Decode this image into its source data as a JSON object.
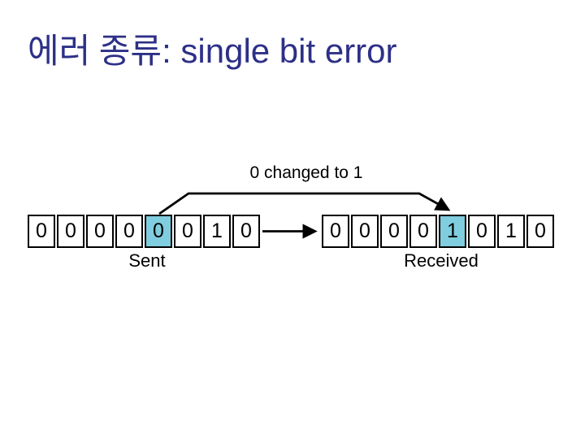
{
  "slide": {
    "title": {
      "korean": "에러 종류",
      "latin": ": single bit error"
    }
  },
  "diagram": {
    "annotation": "0 changed to 1",
    "sent": {
      "label": "Sent",
      "bits": [
        "0",
        "0",
        "0",
        "0",
        "0",
        "0",
        "1",
        "0"
      ],
      "highlight_index": 4,
      "highlighted_bit": "0"
    },
    "received": {
      "label": "Received",
      "bits": [
        "0",
        "0",
        "0",
        "0",
        "1",
        "0",
        "1",
        "0"
      ],
      "highlight_index": 4,
      "highlighted_bit": "1"
    }
  },
  "colors": {
    "title": "#2d3087",
    "highlight": "#7fcddf",
    "line": "#000000",
    "background": "#ffffff"
  }
}
